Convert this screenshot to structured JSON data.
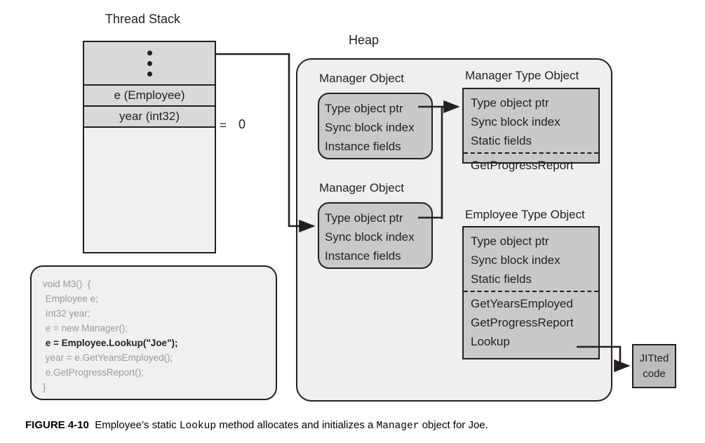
{
  "figure": {
    "number": "FIGURE 4-10",
    "caption_part1": "Employee’s static ",
    "caption_mono1": "Lookup",
    "caption_part2": " method allocates and initializes a ",
    "caption_mono2": "Manager",
    "caption_part3": " object for Joe."
  },
  "thread_stack": {
    "title": "Thread Stack",
    "cells": [
      {
        "label": "e (Employee)"
      },
      {
        "label": "year (int32)"
      }
    ],
    "ellipsis_dots": 3,
    "year_equals": "=",
    "year_value": "0"
  },
  "code": {
    "lines": [
      {
        "text": "void M3()  {",
        "highlighted": false
      },
      {
        "text": " Employee e;",
        "highlighted": false
      },
      {
        "text": " Int32 year;",
        "highlighted": false
      },
      {
        "text": " e = new Manager();",
        "highlighted": false
      },
      {
        "text": " e = Employee.Lookup(\"Joe\");",
        "highlighted": true
      },
      {
        "text": " year = e.GetYearsEmployed();",
        "highlighted": false
      },
      {
        "text": " e.GetProgressReport();",
        "highlighted": false
      },
      {
        "text": "}",
        "highlighted": false
      }
    ]
  },
  "heap": {
    "title": "Heap",
    "manager_object_1": {
      "caption": "Manager Object",
      "rows": [
        "Type object ptr",
        "Sync block index",
        "Instance fields"
      ]
    },
    "manager_object_2": {
      "caption": "Manager Object",
      "rows": [
        "Type object ptr",
        "Sync block index",
        "Instance fields"
      ]
    },
    "manager_type_object": {
      "caption": "Manager Type Object",
      "fields": [
        "Type object ptr",
        "Sync block index",
        "Static fields"
      ],
      "methods": [
        "GetProgressReport"
      ]
    },
    "employee_type_object": {
      "caption": "Employee Type Object",
      "fields": [
        "Type object ptr",
        "Sync block index",
        "Static fields"
      ],
      "methods": [
        "GetYearsEmployed",
        "GetProgressReport",
        "Lookup"
      ]
    }
  },
  "jitted": {
    "line1": "JITted",
    "line2": "code"
  },
  "colors": {
    "stroke": "#231f20",
    "stack_cell_fill": "#d9d9d9",
    "stack_empty_fill": "#f0f0f0",
    "heap_fill": "#efefef",
    "object_fill": "#c9c9c9",
    "jitted_fill": "#bdbdbd",
    "code_text": "#9b9b9b",
    "code_text_highlight": "#231f20"
  }
}
